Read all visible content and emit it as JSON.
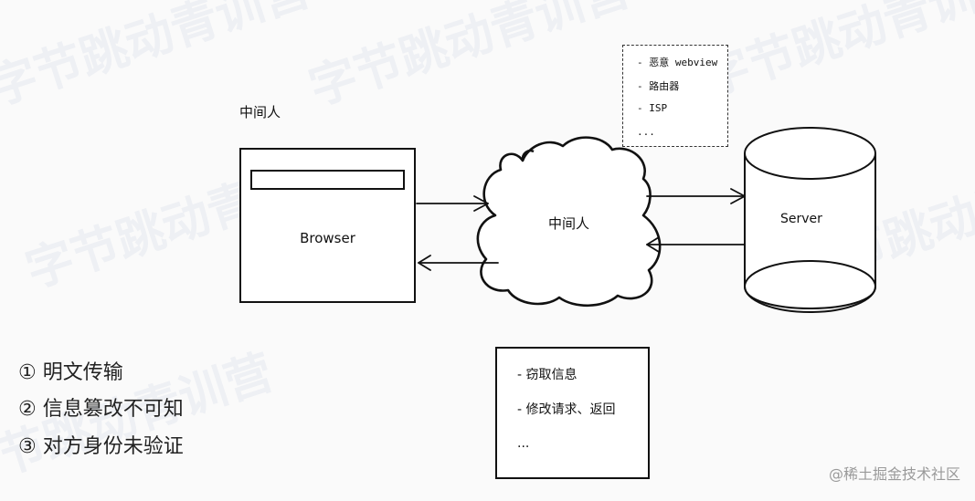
{
  "diagram": {
    "top_label": "中间人",
    "browser": {
      "label": "Browser"
    },
    "cloud": {
      "label": "中间人"
    },
    "server": {
      "label": "Server"
    },
    "attackers": [
      "- 恶意 webview",
      "- 路由器",
      "- ISP",
      "..."
    ],
    "risks": [
      "-  窃取信息",
      "-  修改请求、返回",
      "..."
    ]
  },
  "points": [
    "① 明文传输",
    "② 信息篡改不可知",
    "③ 对方身份未验证"
  ],
  "watermark": {
    "text": "字节跳动青训营"
  },
  "credit": "@稀土掘金技术社区"
}
